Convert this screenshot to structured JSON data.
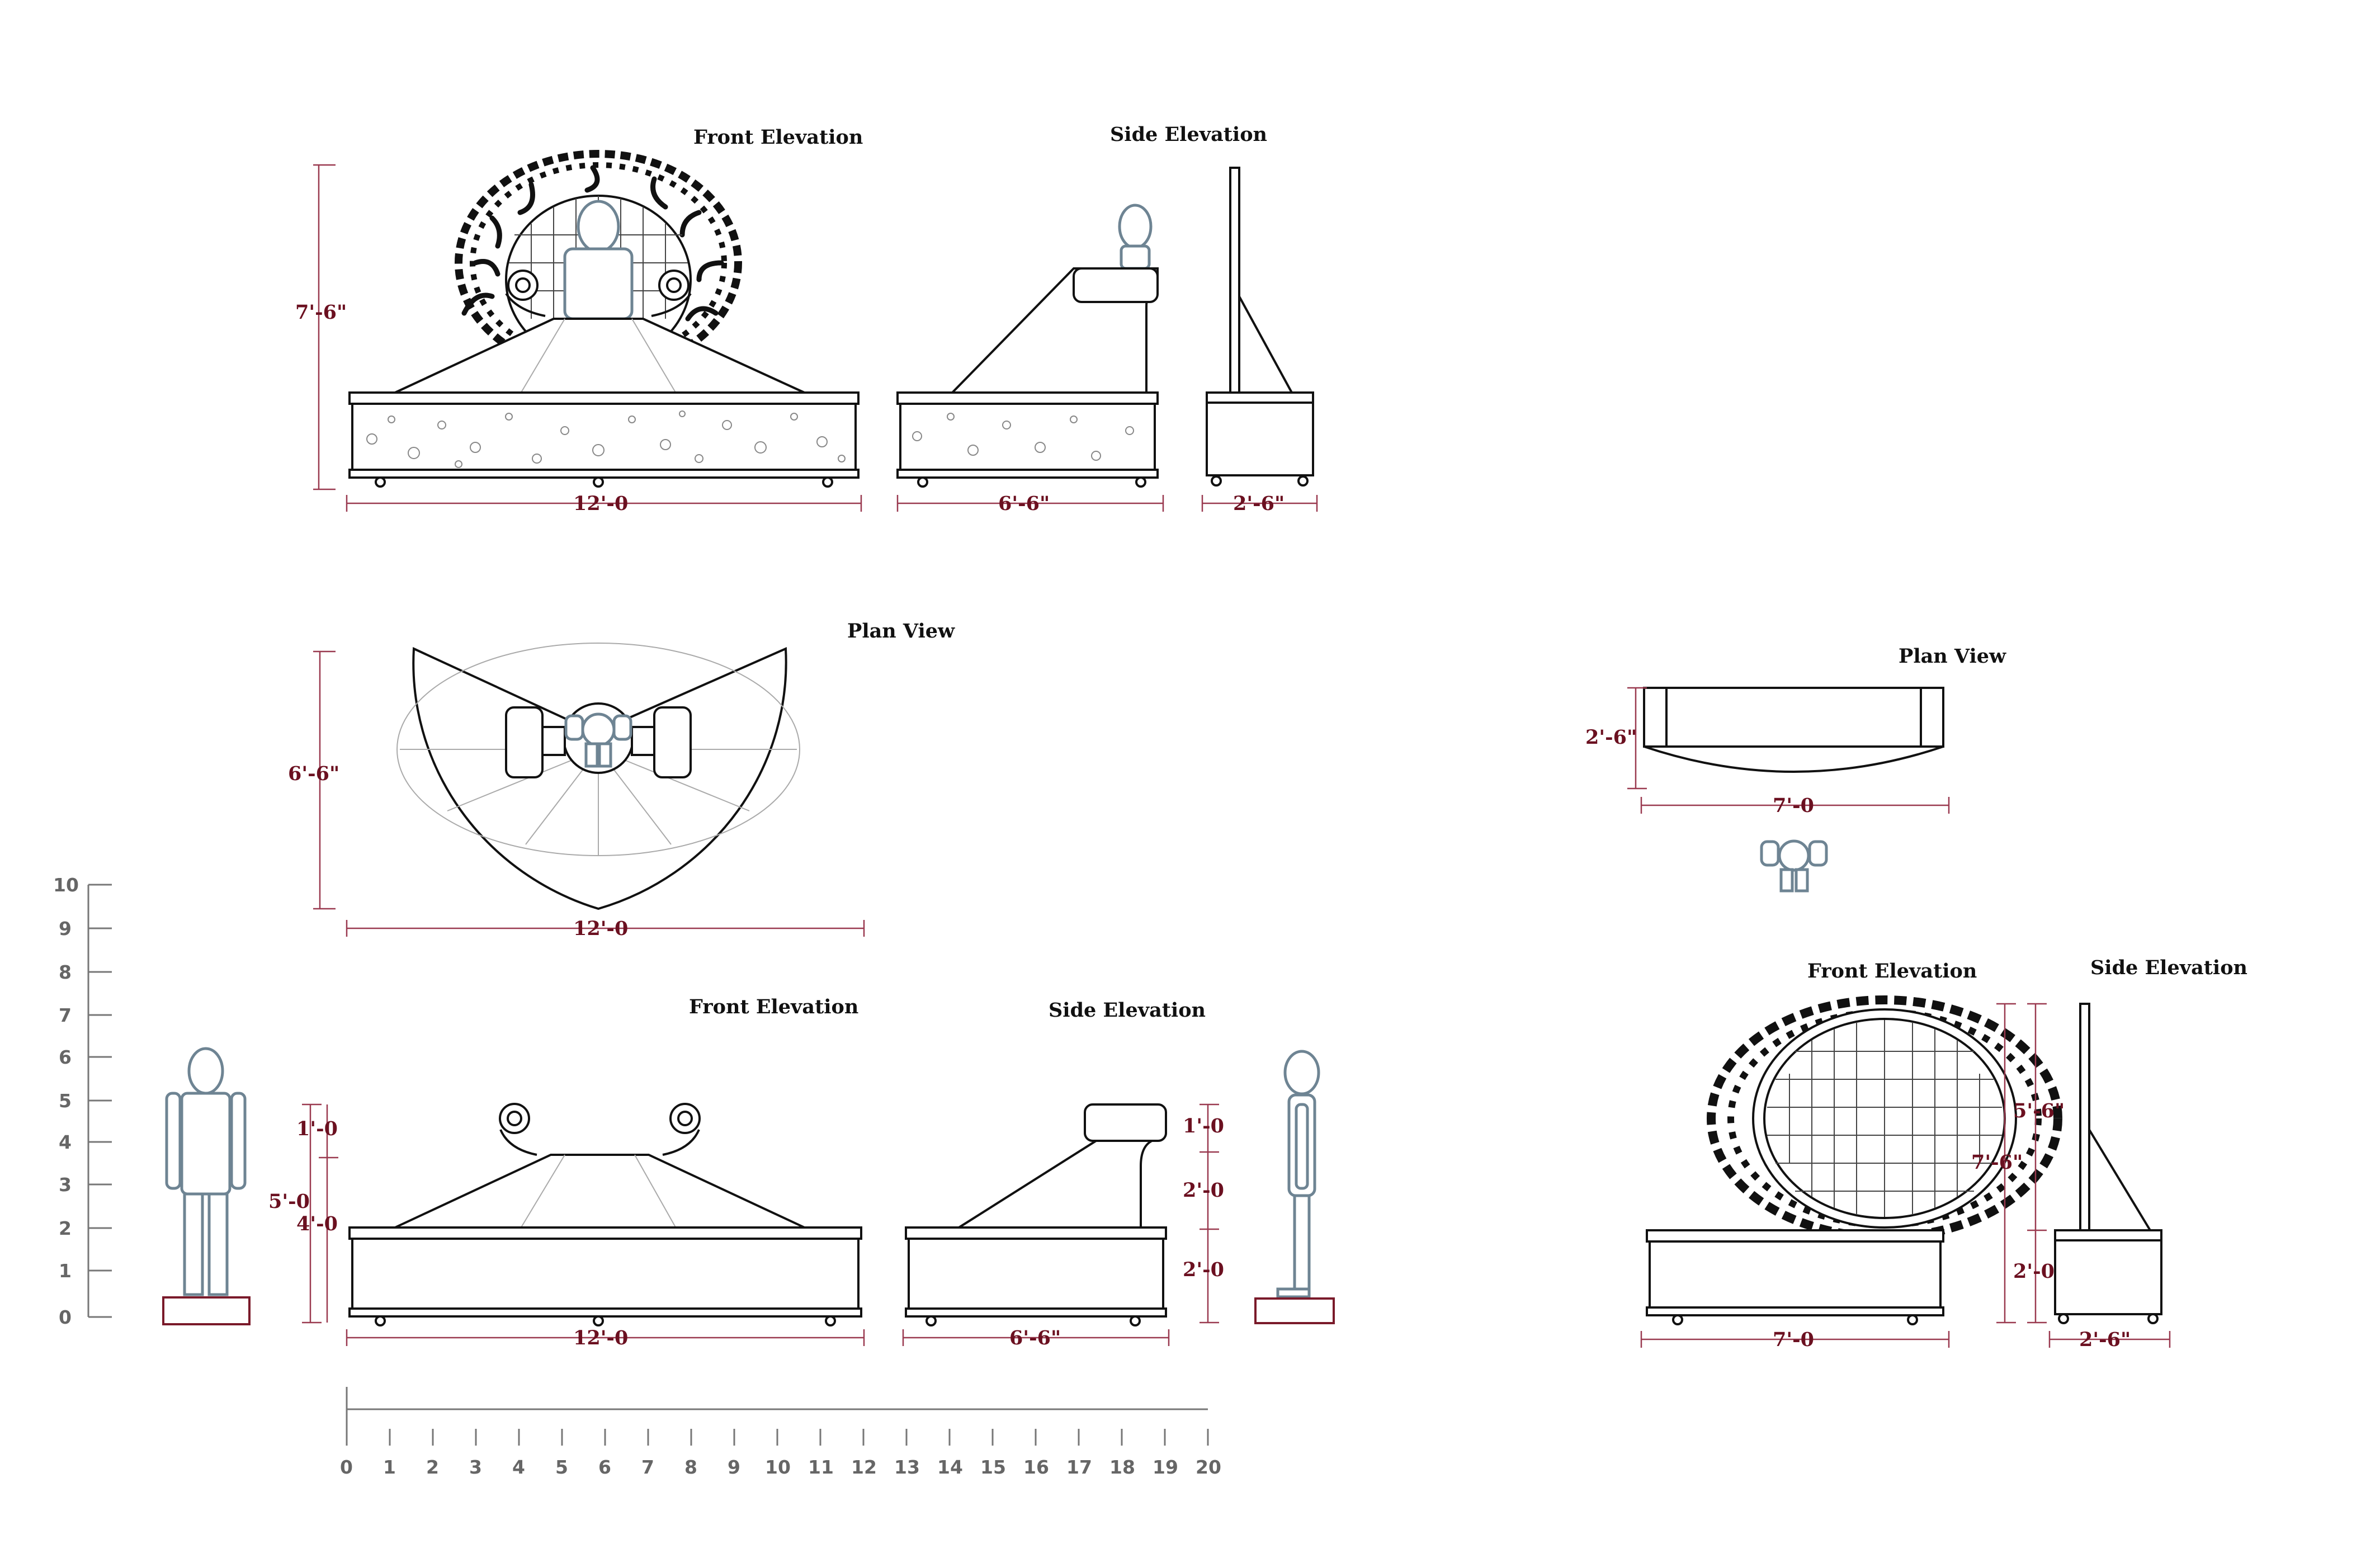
{
  "titles": {
    "front_elevation_1": "Front Elevation",
    "side_elevation_1": "Side Elevation",
    "plan_view_1": "Plan View",
    "plan_view_2": "Plan View",
    "front_elevation_2": "Front Elevation",
    "side_elevation_2": "Side Elevation",
    "front_elevation_3": "Front Elevation",
    "side_elevation_3": "Side Elevation"
  },
  "dims": {
    "top_height": "7'-6\"",
    "top_front_width": "12'-0",
    "top_side_width": "6'-6\"",
    "top_thin_width": "2'-6\"",
    "plan1_height": "6'-6\"",
    "plan1_width": "12'-0",
    "plan2_height": "2'-6\"",
    "plan2_width": "7'-0",
    "low_total": "5'-0",
    "low_upper": "1'-0",
    "low_lower": "4'-0",
    "low_front_width": "12'-0",
    "low_side_width": "6'-6\"",
    "low_side_a": "1'-0",
    "low_side_b": "2'-0",
    "low_side_c": "2'-0",
    "right_front_width": "7'-0",
    "right_total": "7'-6\"",
    "right_upper": "5'-6\"",
    "right_lower": "2'-0",
    "right_side_width": "2'-6\""
  },
  "vertical_scale": [
    "0",
    "1",
    "2",
    "3",
    "4",
    "5",
    "6",
    "7",
    "8",
    "9",
    "10"
  ],
  "horizontal_scale": [
    "0",
    "1",
    "2",
    "3",
    "4",
    "5",
    "6",
    "7",
    "8",
    "9",
    "10",
    "11",
    "12",
    "13",
    "14",
    "15",
    "16",
    "17",
    "18",
    "19",
    "20"
  ]
}
